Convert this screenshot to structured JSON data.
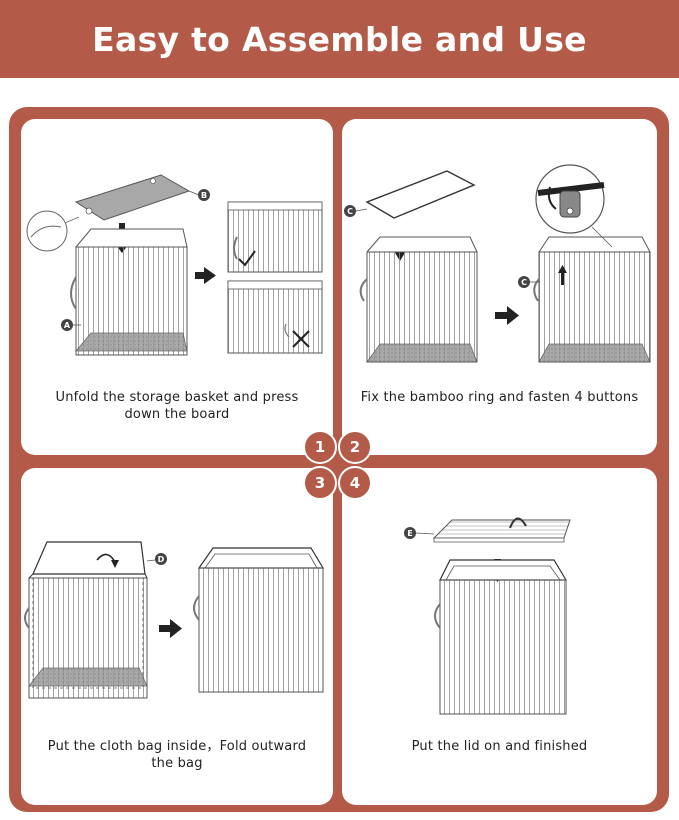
{
  "header": {
    "title": "Easy to Assemble and Use"
  },
  "colors": {
    "brand": "#b35b48",
    "panel": "#ffffff",
    "line": "#555555"
  },
  "steps": [
    {
      "number": "1",
      "caption_lines": [
        "Unfold the storage basket and press",
        "down the board"
      ],
      "part_labels": [
        "B",
        "A"
      ],
      "icons": [
        "basket-illustration",
        "board-illustration",
        "magnifier-inset",
        "right-arrow-icon",
        "check-icon",
        "cross-icon"
      ]
    },
    {
      "number": "2",
      "caption_lines": [
        "Fix the bamboo ring and fasten 4 buttons"
      ],
      "part_labels": [
        "C",
        "C"
      ],
      "icons": [
        "ring-illustration",
        "basket-illustration",
        "button-inset",
        "right-arrow-icon"
      ]
    },
    {
      "number": "3",
      "caption_lines": [
        "Put the cloth bag inside，Fold outward",
        "the bag"
      ],
      "part_labels": [
        "D"
      ],
      "icons": [
        "basket-with-bag-illustration",
        "fold-arrow-icon",
        "right-arrow-icon"
      ]
    },
    {
      "number": "4",
      "caption_lines": [
        "Put the lid on and finished"
      ],
      "part_labels": [
        "E"
      ],
      "icons": [
        "lid-illustration",
        "down-arrow-icon",
        "basket-illustration"
      ]
    }
  ]
}
